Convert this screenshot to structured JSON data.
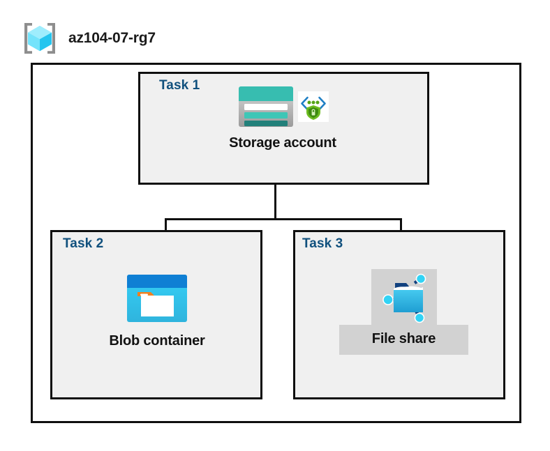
{
  "resource_group": {
    "name": "az104-07-rg7",
    "icon": "resource-group-cube-icon"
  },
  "diagram": {
    "type": "hierarchy",
    "root": "Storage account",
    "children": [
      "Blob container",
      "File share"
    ]
  },
  "tasks": [
    {
      "id": "task1",
      "label": "Task 1",
      "node_label": "Storage account",
      "icons": [
        "storage-account-icon",
        "secure-endpoint-shield-icon"
      ]
    },
    {
      "id": "task2",
      "label": "Task 2",
      "node_label": "Blob container",
      "icons": [
        "blob-container-icon"
      ]
    },
    {
      "id": "task3",
      "label": "Task 3",
      "node_label": "File share",
      "icons": [
        "file-share-icon"
      ],
      "highlighted": true
    }
  ],
  "colors": {
    "task_label": "#10507d",
    "box_border": "#0f0f0f",
    "box_fill": "#f0f0f0",
    "canvas": "#ffffff",
    "storage_teal": "#37bdb0",
    "storage_teal_dark": "#1f7a72",
    "blob_blue": "#0f7fd4",
    "blob_cyan": "#32c5f4",
    "blob_orange": "#f08021",
    "fileshare_cyan": "#32bde8",
    "fileshare_navy": "#0f4b8f",
    "shield_green": "#56a518",
    "highlight_gray": "#d2d2d2",
    "rg_cube_cyan": "#39d3f5",
    "rg_bracket_gray": "#8e8e8e"
  }
}
